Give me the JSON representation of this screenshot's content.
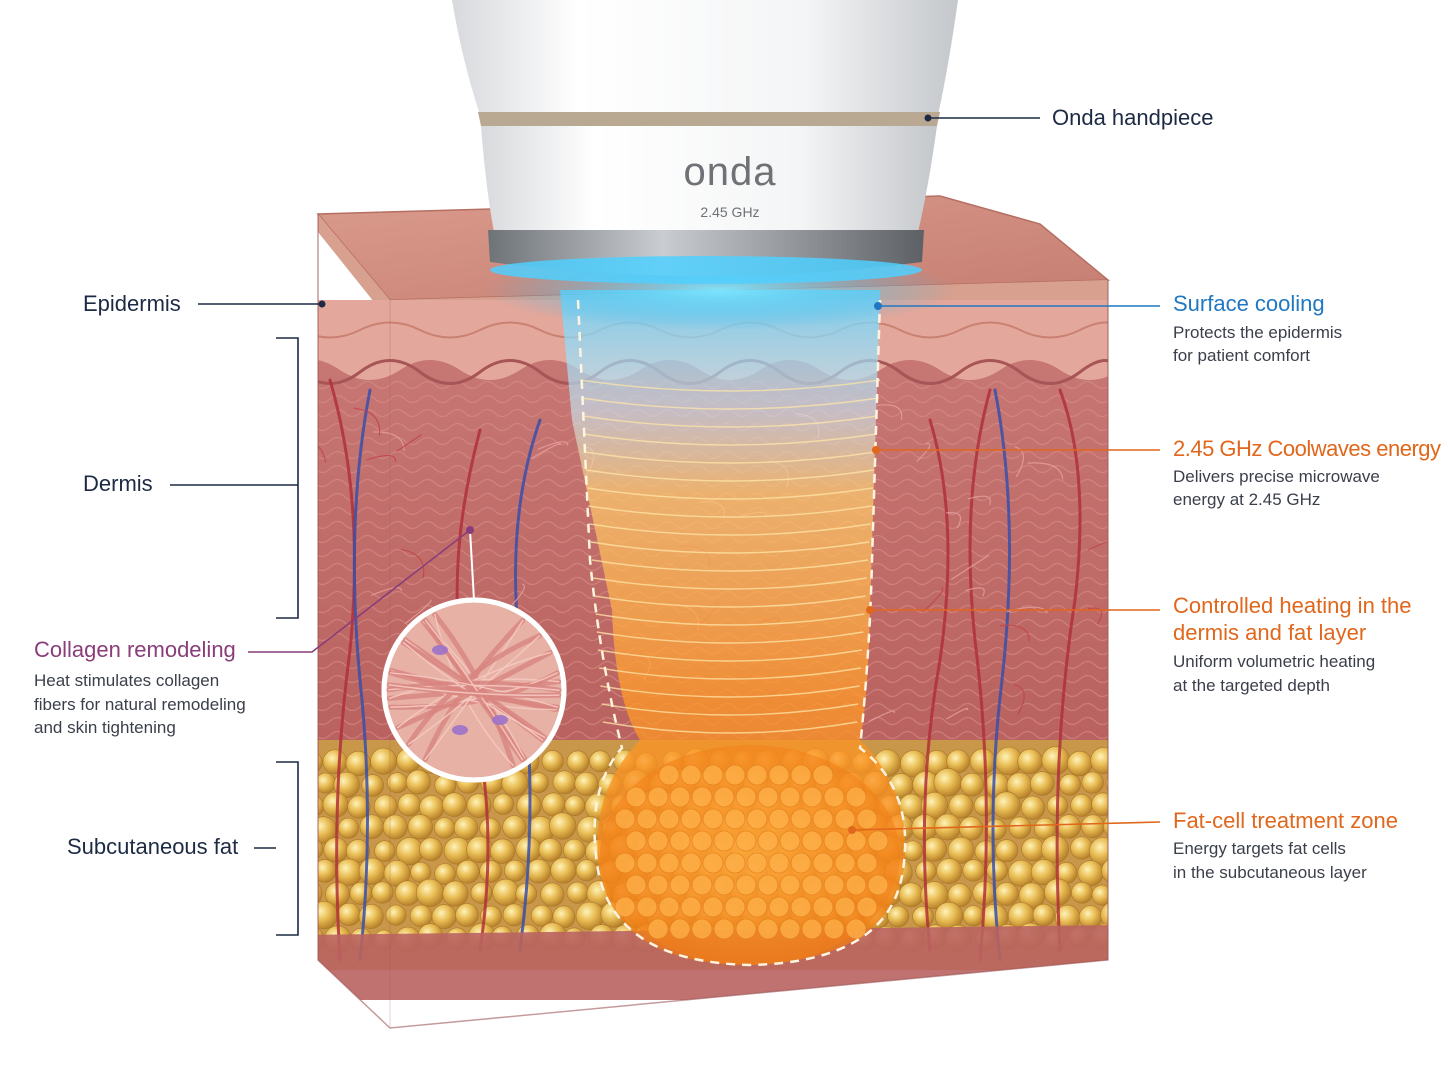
{
  "device": {
    "brand": "onda",
    "frequency": "2.45 GHz",
    "label": "Onda handpiece"
  },
  "layers": {
    "epidermis": "Epidermis",
    "dermis": "Dermis",
    "fat": "Subcutaneous fat"
  },
  "annotations": {
    "cooling": {
      "title": "Surface cooling",
      "desc": [
        "Protects the epidermis",
        "for patient comfort"
      ]
    },
    "energy": {
      "title": "2.45 GHz Coolwaves energy",
      "desc": [
        "Delivers precise microwave",
        "energy at 2.45 GHz"
      ]
    },
    "heating": {
      "title": [
        "Controlled heating in the",
        "dermis and fat layer"
      ],
      "desc": [
        "Uniform volumetric heating",
        "at the targeted depth"
      ]
    },
    "fat_zone": {
      "title": "Fat-cell treatment zone",
      "desc": [
        "Energy targets fat cells",
        "in the subcutaneous layer"
      ]
    },
    "collagen": {
      "title": "Collagen remodeling",
      "desc": [
        "Heat stimulates collagen",
        "fibers for natural remodeling",
        "and skin tightening"
      ]
    }
  },
  "colors": {
    "cooling": "#1f78c1",
    "energy": "#e0671c",
    "collagen": "#8a3d78",
    "layer_text": "#1d2a44"
  }
}
